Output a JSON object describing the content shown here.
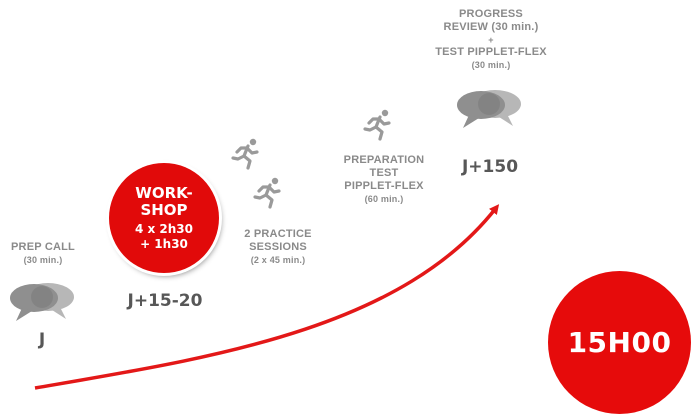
{
  "steps": {
    "prep_call": {
      "title": "PREP CALL",
      "duration": "(30 min.)",
      "day": "J"
    },
    "workshop": {
      "title_line1": "WORK-",
      "title_line2": "SHOP",
      "sessions_line1": "4 x 2h30",
      "sessions_line2": "+ 1h30",
      "day": "J+15-20"
    },
    "practice": {
      "line1": "2 PRACTICE",
      "line2": "SESSIONS",
      "duration": "(2 x 45 min.)"
    },
    "preparation": {
      "line1": "PREPARATION",
      "line2": "TEST",
      "line3": "PIPPLET-FLEX",
      "duration": "(60 min.)"
    },
    "progress": {
      "line1": "PROGRESS",
      "line2": "REVIEW (30 min.)",
      "line3": "+",
      "line4": "TEST PIPPLET-FLEX",
      "line5": "(30 min.)",
      "day": "J+150"
    }
  },
  "total": "15H00",
  "icons": [
    "speech-bubbles-icon",
    "runner-icon",
    "arrow-icon"
  ],
  "colors": {
    "accent": "#e10a0a",
    "icon_gray": "#9a9a9a",
    "text_gray": "#8a8a8a",
    "day_text": "#575757"
  }
}
